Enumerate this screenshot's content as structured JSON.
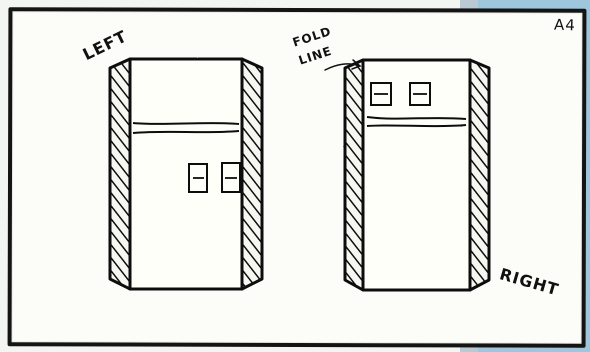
{
  "sketch": {
    "paper_size": "A4",
    "left_label": "LEFT",
    "fold_label_line1": "FOLD",
    "fold_label_line2": "LINE",
    "right_label": "RIGHT"
  },
  "icons": {
    "fold_arrow": "arrow-icon",
    "brochure_left": "folded-brochure-icon",
    "brochure_right": "folded-brochure-icon",
    "rectangle_pair": "rectangle-pair-icon"
  },
  "colors": {
    "ink": "#111111",
    "paper": "#fcfcf8",
    "background_blue": "#9ec6dd"
  }
}
